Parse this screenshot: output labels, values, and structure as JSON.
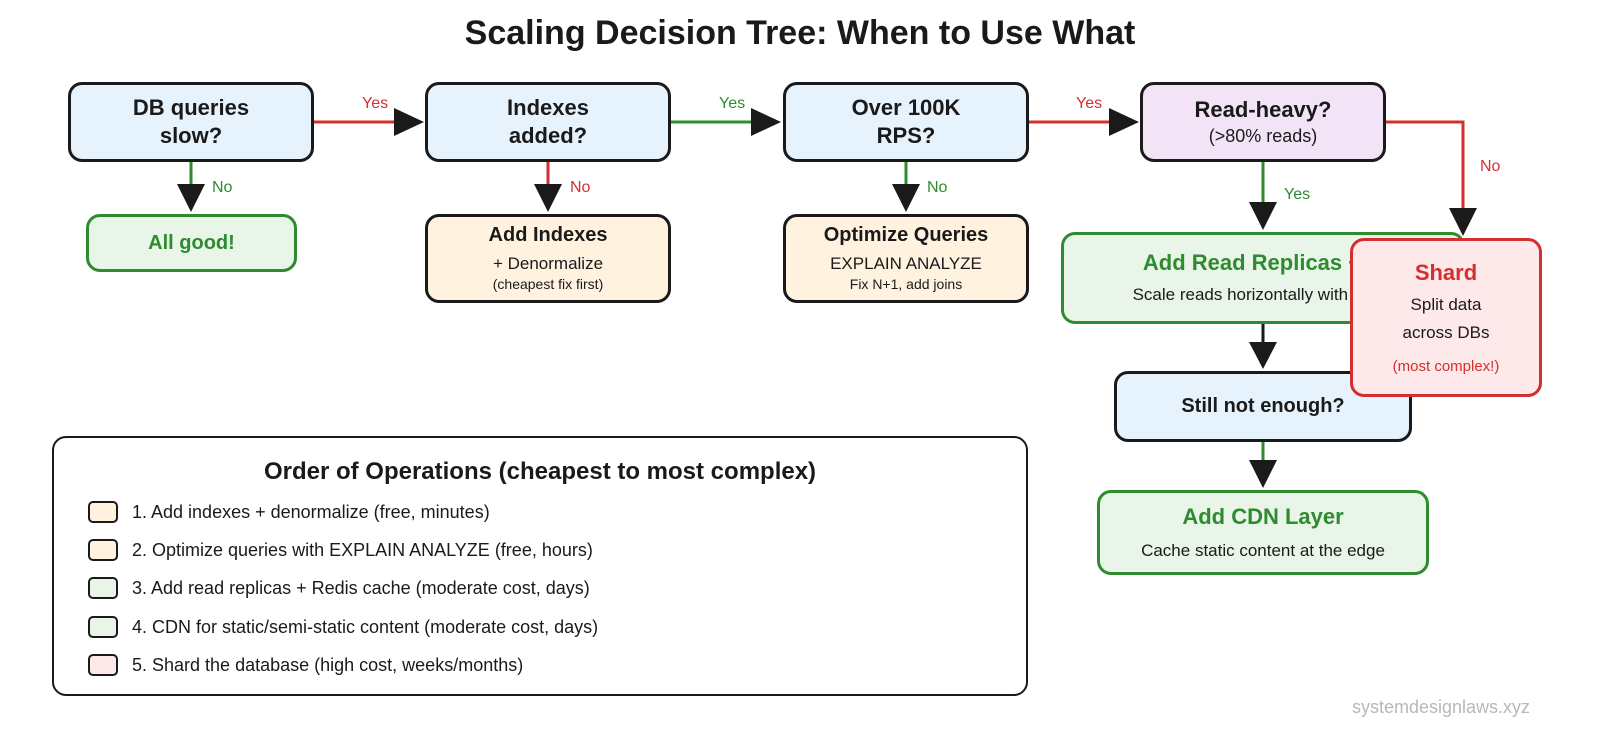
{
  "title": "Scaling Decision Tree: When to Use What",
  "nodes": {
    "q1": {
      "title": "DB queries\nslow?"
    },
    "q2": {
      "title": "Indexes\nadded?"
    },
    "q3": {
      "title": "Over 100K\nRPS?"
    },
    "q4": {
      "title": "Read-heavy?",
      "subtitle": "(>80% reads)"
    },
    "all_good": {
      "title": "All good!"
    },
    "add_indexes": {
      "title": "Add Indexes",
      "line1": "+ Denormalize",
      "line2": "(cheapest fix first)"
    },
    "optimize": {
      "title": "Optimize Queries",
      "line1": "EXPLAIN ANALYZE",
      "line2": "Fix N+1, add joins"
    },
    "replicas": {
      "title": "Add Read Replicas + C",
      "line1": "Scale reads horizontally with replic"
    },
    "still": {
      "title": "Still not enough?"
    },
    "cdn": {
      "title": "Add CDN Layer",
      "line1": "Cache static content at the edge"
    },
    "shard": {
      "title": "Shard",
      "line1": "Split data",
      "line2": "across DBs",
      "line3": "(most complex!)"
    }
  },
  "edge_labels": {
    "yes": "Yes",
    "no": "No"
  },
  "legend": {
    "title": "Order of Operations (cheapest to most complex)",
    "items": [
      {
        "text": "1. Add indexes + denormalize (free, minutes)",
        "color": "#fff3e0"
      },
      {
        "text": "2. Optimize queries with EXPLAIN ANALYZE (free, hours)",
        "color": "#fff3e0"
      },
      {
        "text": "3. Add read replicas + Redis cache (moderate cost, days)",
        "color": "#e8f5e8"
      },
      {
        "text": "4. CDN for static/semi-static content (moderate cost, days)",
        "color": "#e8f5e8"
      },
      {
        "text": "5. Shard the database (high cost, weeks/months)",
        "color": "#fde8ea"
      }
    ]
  },
  "watermark": "systemdesignlaws.xyz",
  "colors": {
    "green": "#2e8b2e",
    "red": "#d32f2f",
    "ink": "#1a1a1a"
  }
}
